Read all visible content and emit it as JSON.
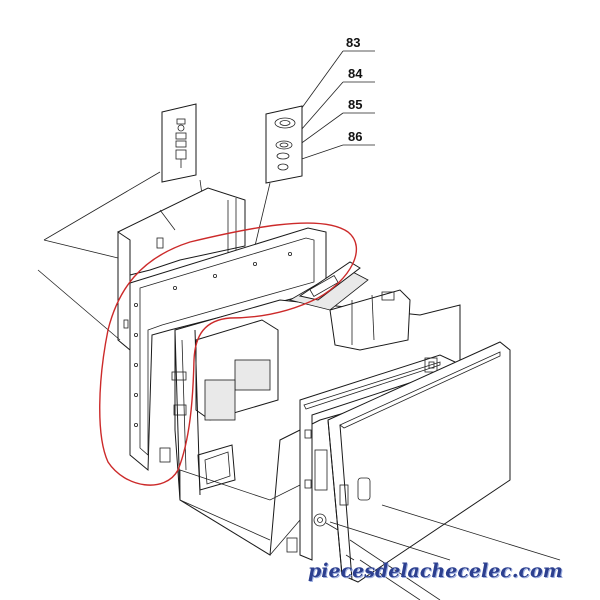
{
  "diagram": {
    "callouts": [
      {
        "id": "83",
        "label": "83"
      },
      {
        "id": "84",
        "label": "84"
      },
      {
        "id": "85",
        "label": "85"
      },
      {
        "id": "86",
        "label": "86"
      }
    ],
    "watermark": "piecesdelachecelec.com",
    "colors": {
      "lines": "#1a1a1a",
      "highlight": "#cc2a2a",
      "watermark": "#2c3f8f"
    }
  }
}
